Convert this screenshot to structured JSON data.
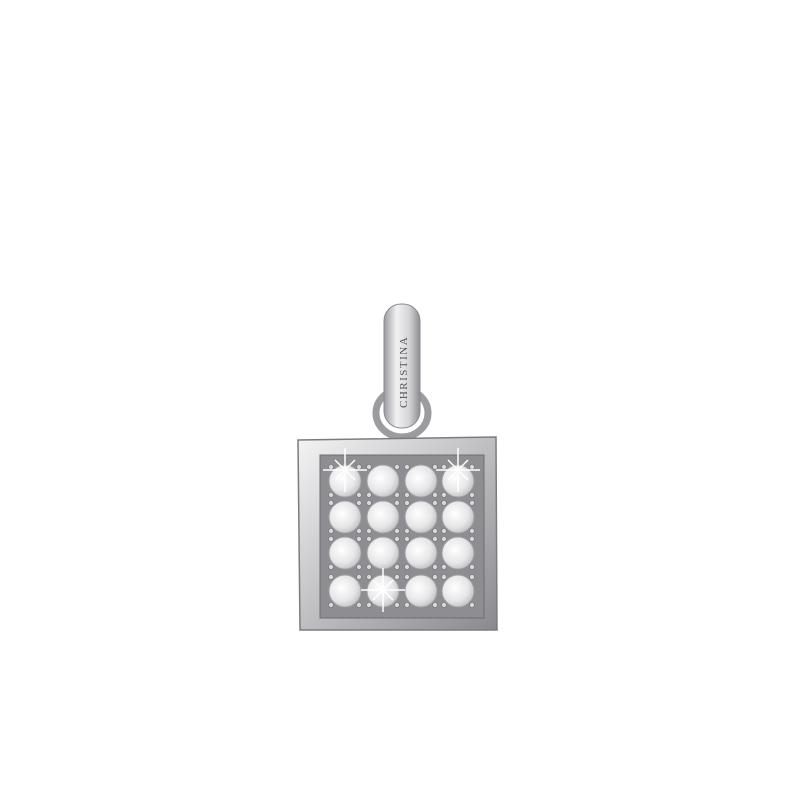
{
  "product": {
    "type": "square pave pendant",
    "bail_engraving": "CHRISTINA",
    "stone_grid": {
      "rows": 4,
      "columns": 4
    },
    "colors": {
      "background": "#ffffff",
      "metal": "#c8c8ca",
      "metal_dark": "#6e6e72",
      "stone": "#eeeeee"
    }
  }
}
